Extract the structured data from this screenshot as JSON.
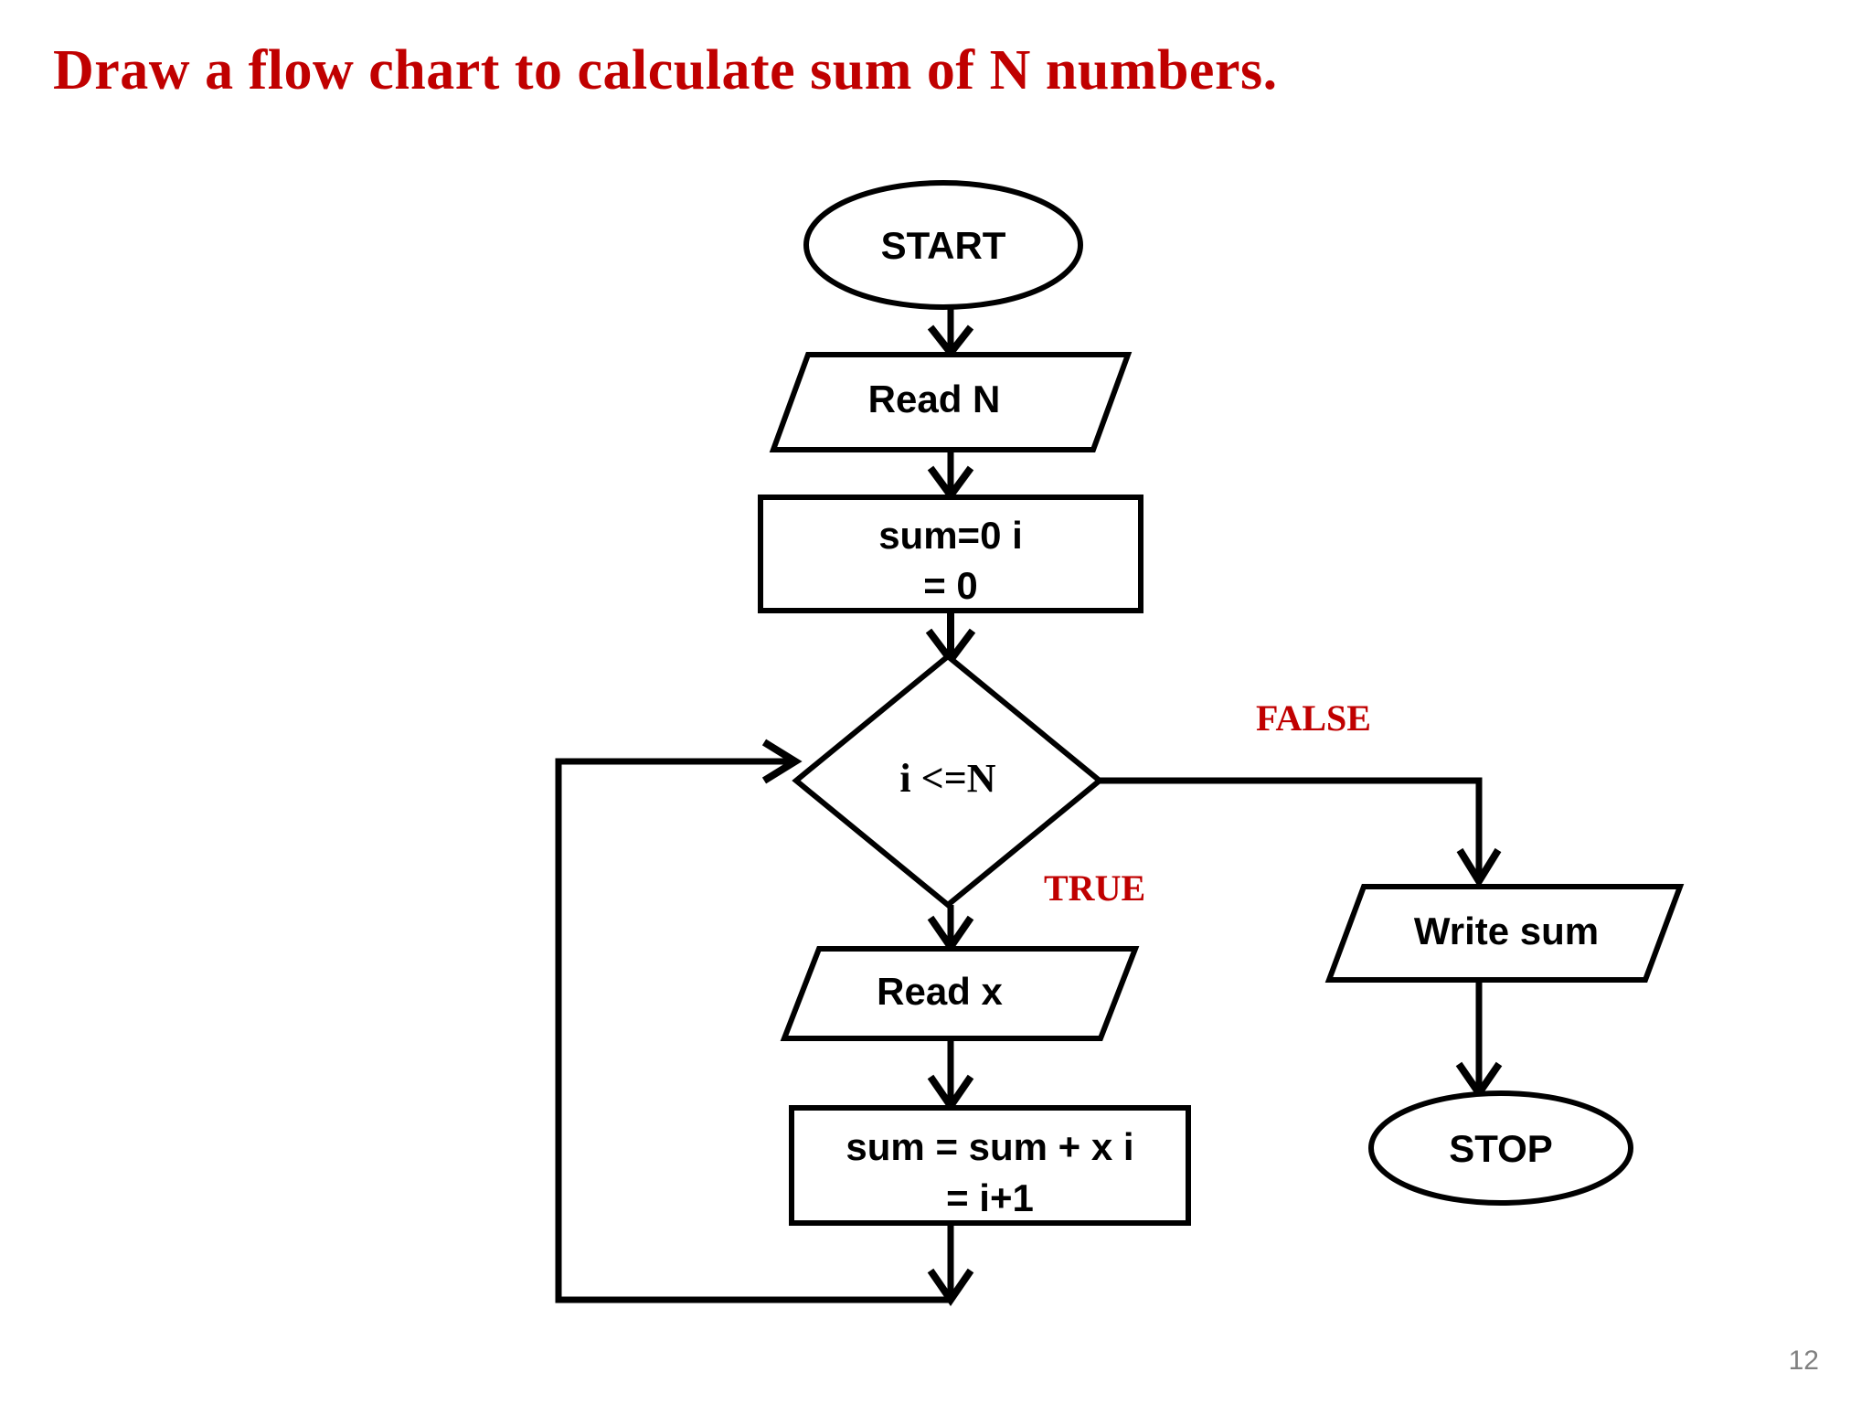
{
  "slide": {
    "title": "Draw a flow chart to calculate sum of N numbers.",
    "page_number": "12",
    "title_color": "#C00000",
    "background_color": "#FFFFFF",
    "line_color": "#000000",
    "page_number_color": "#808080"
  },
  "flowchart": {
    "type": "flowchart",
    "nodes": [
      {
        "id": "start",
        "shape": "terminator",
        "label": "START"
      },
      {
        "id": "read_n",
        "shape": "input-output",
        "label": "Read N"
      },
      {
        "id": "init",
        "shape": "process",
        "label_line1": "sum=0  i",
        "label_line2": "= 0"
      },
      {
        "id": "cond",
        "shape": "decision",
        "label": "i <=N"
      },
      {
        "id": "read_x",
        "shape": "input-output",
        "label": "Read x"
      },
      {
        "id": "accum",
        "shape": "process",
        "label_line1": "sum = sum + x  i",
        "label_line2": "= i+1"
      },
      {
        "id": "write",
        "shape": "input-output",
        "label": "Write  sum"
      },
      {
        "id": "stop",
        "shape": "terminator",
        "label": "STOP"
      }
    ],
    "edges": [
      {
        "from": "start",
        "to": "read_n",
        "label": ""
      },
      {
        "from": "read_n",
        "to": "init",
        "label": ""
      },
      {
        "from": "init",
        "to": "cond",
        "label": ""
      },
      {
        "from": "cond",
        "to": "read_x",
        "label": "TRUE"
      },
      {
        "from": "cond",
        "to": "write",
        "label": "FALSE"
      },
      {
        "from": "read_x",
        "to": "accum",
        "label": ""
      },
      {
        "from": "accum",
        "to": "cond",
        "label": ""
      },
      {
        "from": "write",
        "to": "stop",
        "label": ""
      }
    ],
    "branch_labels": {
      "true": "TRUE",
      "false": "FALSE"
    }
  }
}
